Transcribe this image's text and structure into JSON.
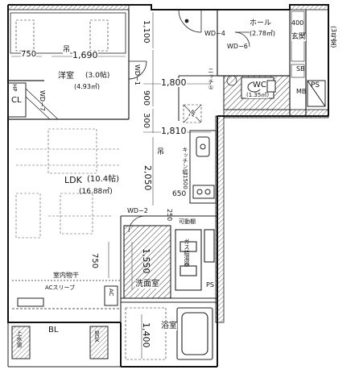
{
  "rooms": {
    "western": {
      "name": "洋室",
      "tatami": "(3.0帖)",
      "area": "(4.93㎡)"
    },
    "ldk": {
      "name": "LDK",
      "tatami": "(10.4帖)",
      "area": "(16.88㎡)"
    },
    "hall": {
      "name": "ホール",
      "area": "(2.78㎡)"
    },
    "wc": {
      "name": "WC",
      "area": "(1.35㎡)"
    },
    "entrance": "玄関",
    "washroom": "洗面室",
    "bath": "浴室",
    "cl": "CL",
    "bl": "BL"
  },
  "dimensions": {
    "d1100": "1,100",
    "d1690": "1,690",
    "d750a": "750",
    "d1800": "1,800",
    "d900": "900",
    "d300": "300",
    "d1810": "1,810",
    "d2050": "2,050",
    "d650": "650",
    "d250": "250",
    "d1550": "1,550",
    "d750b": "750",
    "d1400": "1,400",
    "d400": "400"
  },
  "labels": {
    "wd4": "WD−4",
    "wd6": "WD−6",
    "wd1": "WD−1",
    "wd7": "WD−7",
    "wd2": "WD−2",
    "hanging": "吊",
    "refrigerator": "冷",
    "niche": "ニッチ①",
    "kitchen": "キッチン幅1500",
    "ps": "PS",
    "sb": "SB",
    "mb": "MB",
    "shelf": "可動棚",
    "gas": "ガス給湯器",
    "meter": "ガス給湯器",
    "laundry": "室内物干",
    "ac_sleeve": "ACスリーブ",
    "ac": "AC",
    "hp": "HP",
    "box": "BOX",
    "storage3": "(3号室)",
    "pipe": "上水道"
  }
}
